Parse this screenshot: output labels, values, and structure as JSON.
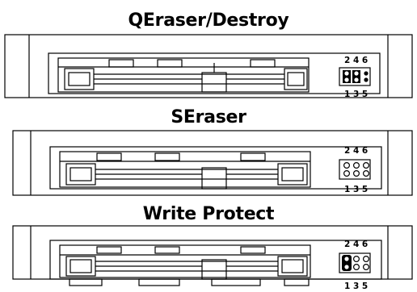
{
  "panels": [
    {
      "title": "QEraser/Destroy",
      "jumper_top_label": "2 4 6",
      "jumper_bottom_label": "1 3 5",
      "jumper_state": "2-4,1-3 shorted (left pair + middle pair)"
    },
    {
      "title": "SEraser",
      "jumper_top_label": "2 4 6",
      "jumper_bottom_label": "1 3 5",
      "jumper_state": "no jumper"
    },
    {
      "title": "Write Protect",
      "jumper_top_label": "2 4 6",
      "jumper_bottom_label": "1 3 5",
      "jumper_state": "1-2 shorted"
    }
  ],
  "colors": {
    "line": "#000000",
    "background": "#ffffff"
  }
}
